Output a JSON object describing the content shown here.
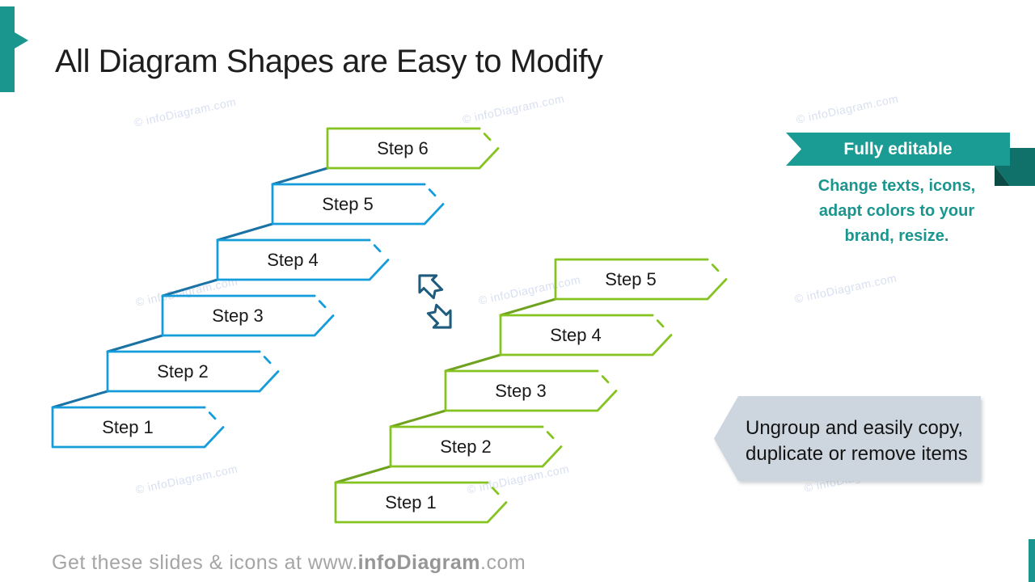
{
  "slide_title": "All Diagram Shapes are Easy to Modify",
  "watermark_text": "© infoDiagram.com",
  "footer": {
    "prefix": "Get these slides & icons at www.",
    "brand": "infoDiagram",
    "suffix": ".com"
  },
  "staircases": {
    "left": {
      "connector_color": "#1A72A5",
      "steps": [
        {
          "label": "Step 1",
          "stroke": "#159CDB"
        },
        {
          "label": "Step 2",
          "stroke": "#159CDB"
        },
        {
          "label": "Step 3",
          "stroke": "#159CDB"
        },
        {
          "label": "Step 4",
          "stroke": "#159CDB"
        },
        {
          "label": "Step 5",
          "stroke": "#159CDB"
        },
        {
          "label": "Step 6",
          "stroke": "#85C320"
        }
      ]
    },
    "right": {
      "connector_color": "#6FA31F",
      "steps": [
        {
          "label": "Step 1",
          "stroke": "#85C320"
        },
        {
          "label": "Step 2",
          "stroke": "#85C320"
        },
        {
          "label": "Step 3",
          "stroke": "#85C320"
        },
        {
          "label": "Step 4",
          "stroke": "#85C320"
        },
        {
          "label": "Step 5",
          "stroke": "#85C320"
        }
      ]
    }
  },
  "ribbon": {
    "label": "Fully editable",
    "description": "Change texts, icons,\nadapt colors to your\nbrand, resize."
  },
  "ungroup_callout": {
    "text": "Ungroup and easily copy,\nduplicate or remove items"
  },
  "colors": {
    "accent_teal": "#1B968F",
    "ribbon_teal": "#1A9B94",
    "ribbon_fold": "#10716B",
    "ribbon_fold_dark": "#0C4B45",
    "teal_text": "#1B968F",
    "step_blue": "#159CDB",
    "connector_blue": "#1A72A5",
    "step_green": "#85C320",
    "connector_green": "#6FA31F",
    "arrows_icon_blue": "#1F5B7D",
    "callout_fill": "#CDD6DF",
    "watermark": "#D8DFF0",
    "title_text": "#1E1E1E",
    "step_text": "#1A1A1A",
    "footer_gray": "#A5A5A5"
  }
}
